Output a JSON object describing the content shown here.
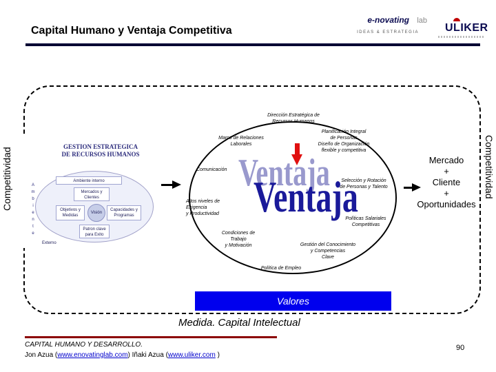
{
  "header": {
    "title": "Capital Humano y Ventaja Competitiva",
    "logo_enovating": {
      "name": "e-novating",
      "suffix": "lab",
      "tagline": "IDEAS & ESTRATEGIA"
    },
    "logo_uliker": {
      "name": "ULIKER"
    }
  },
  "side_labels": {
    "left": "Competitividad",
    "right": "Competitividad"
  },
  "thumbnail": {
    "title": "GESTION ESTRATEGICA\nDE RECURSOS HUMANOS",
    "vertical_letters": "A\nm\nb\ni\ne\nn\nt\ne",
    "boxes": {
      "ambiente_interno": "Ambiente interno",
      "mercados": "Mercados y\nClientes",
      "objetivos": "Objetivos y\nMedidas",
      "capacidades": "Capacidades y\nProgramas",
      "patron": "Patron clave\npara Exito"
    },
    "vision": "Visión",
    "externo": "Externo"
  },
  "diagram": {
    "wordart_top": "Ventaja",
    "wordart_main": "Ventaja",
    "nodes": {
      "direccion": "Dirección Estratégica de\nRecursos Humanos",
      "marco": "Marco de Relaciones\nLaborales",
      "planificacion": "Planificación Integral\nde Personas\nDiseño de Organización\nflexible y competitiva",
      "comunicacion": "Comunicación",
      "seleccion": "Selección y Rotación\nde Personas y Talento",
      "altos_niveles": "Altos niveles de\nExigencia\ny Productividad",
      "politicas_salariales": "Políticas Salariales\nCompetitivas",
      "condiciones": "Condiciones de\nTrabajo\ny Motivación",
      "gestion_conocimiento": "Gestión del Conocimiento\ny Competencias\nClave",
      "politica_empleo": "Política de Empleo"
    }
  },
  "market": "Mercado\n+\nCliente\n+\nOportunidades",
  "values_label": "Valores",
  "measure_label": "Medida. Capital Intelectual",
  "footer": {
    "line1": "CAPITAL HUMANO Y DESARROLLO.",
    "author1": "Jon Azua (",
    "link1": "www.enovatinglab.com",
    "author2": ") Iñaki Azua (",
    "link2": "www.uliker.com",
    "author3": " )",
    "page_number": "90"
  },
  "colors": {
    "header_rule": "#000033",
    "values_box": "#0000ee",
    "wordart_main": "#1a1a9a",
    "arrow_red": "#e01010",
    "footer_rule": "#8b0000"
  }
}
